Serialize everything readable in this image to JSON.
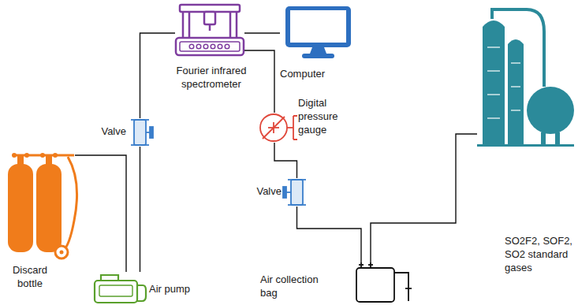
{
  "diagram": {
    "nodes": [
      {
        "text": [
          "Fourier infrared spectrometer"
        ]
      },
      {
        "text": [
          "Computer"
        ]
      },
      {
        "text": [
          "Digital pressure gauge"
        ]
      },
      {
        "text": [
          "Valve"
        ]
      },
      {
        "text": [
          "Valve"
        ]
      },
      {
        "text": [
          "Air collection bag"
        ]
      },
      {
        "text": [
          "SO2F2, SOF2, SO2 standard gases"
        ]
      },
      {
        "text": [
          "Discard bottle"
        ]
      },
      {
        "text": [
          "Air pump"
        ]
      }
    ],
    "edges": [
      {
        "from": 0,
        "to": 1,
        "arrow": "none"
      },
      {
        "from": 3,
        "to": 0,
        "arrow": "none"
      },
      {
        "from": 0,
        "to": 2,
        "arrow": "none"
      },
      {
        "from": 2,
        "to": 4,
        "arrow": "none"
      },
      {
        "from": 4,
        "to": 5,
        "arrow": "none"
      },
      {
        "from": 5,
        "to": 6,
        "arrow": "none"
      },
      {
        "from": 7,
        "to": 8,
        "arrow": "none"
      },
      {
        "from": 8,
        "to": 3,
        "arrow": "none"
      }
    ]
  }
}
